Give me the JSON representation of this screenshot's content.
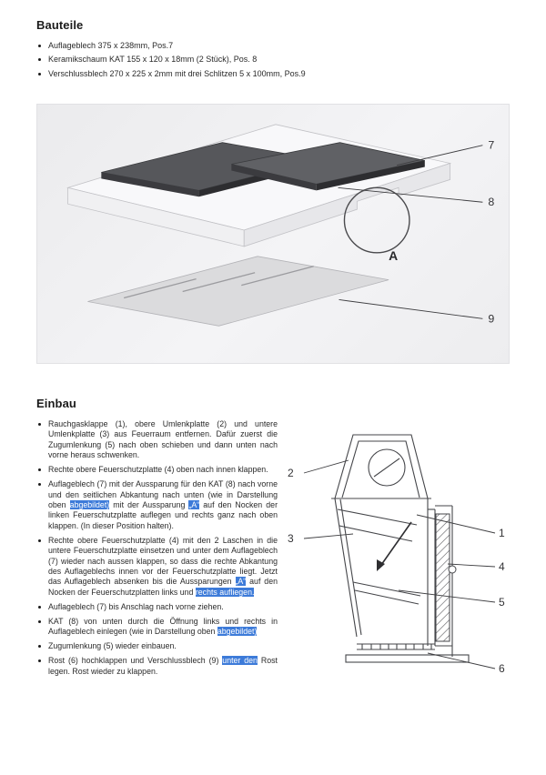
{
  "bauteile": {
    "heading": "Bauteile",
    "items": [
      "Auflageblech 375 x 238mm, Pos.7",
      "Keramikschaum KAT 155 x 120 x 18mm (2 Stück), Pos. 8",
      "Verschlussblech 270 x 225 x 2mm mit drei Schlitzen 5 x 100mm, Pos.9"
    ]
  },
  "figure1": {
    "callout_labels": [
      "7",
      "8",
      "9"
    ],
    "detail_label": "A"
  },
  "einbau": {
    "heading": "Einbau",
    "items": [
      {
        "segments": [
          {
            "t": "Rauchgasklappe (1), obere Umlenkplatte (2) und untere Umlenkplatte (3) aus Feuerraum entfernen. Dafür zuerst die Zugumlenkung (5) nach oben schieben und dann unten nach vorne heraus schwenken.",
            "hl": false
          }
        ]
      },
      {
        "segments": [
          {
            "t": "Rechte obere Feuerschutzplatte (4) oben nach innen klappen.",
            "hl": false
          }
        ]
      },
      {
        "segments": [
          {
            "t": "Auflageblech (7) mit der Aussparung für den KAT (8) nach vorne und den seitlichen Abkantung nach unten (wie in Darstellung oben ",
            "hl": false
          },
          {
            "t": "abgebildet)",
            "hl": true
          },
          {
            "t": " mit der Aussparung ",
            "hl": false
          },
          {
            "t": "„A“",
            "hl": true
          },
          {
            "t": " auf den Nocken der linken Feuerschutzplatte auflegen und rechts ganz nach oben klappen. (In dieser Position halten).",
            "hl": false
          }
        ]
      },
      {
        "segments": [
          {
            "t": "Rechte obere Feuerschutzplatte (4) mit den 2 Laschen in die untere Feuerschutzplatte einsetzen und unter dem Auflageblech (7) wieder nach aussen klappen, so dass die rechte Abkantung des Auflageblechs innen vor der Feuerschutzplatte liegt. Jetzt das Auflageblech absenken bis die Aussparungen ",
            "hl": false
          },
          {
            "t": "„A“",
            "hl": true
          },
          {
            "t": " auf den Nocken der Feuerschutzplatten links und ",
            "hl": false
          },
          {
            "t": "rechts aufliegen.",
            "hl": true
          }
        ]
      },
      {
        "segments": [
          {
            "t": "Auflageblech (7) bis Anschlag nach vorne ziehen.",
            "hl": false
          }
        ]
      },
      {
        "segments": [
          {
            "t": "KAT (8) von unten durch die Öffnung links und rechts in Auflageblech einlegen (wie in Darstellung oben ",
            "hl": false
          },
          {
            "t": "abgebildet)",
            "hl": true
          }
        ]
      },
      {
        "segments": [
          {
            "t": "Zugumlenkung (5) wieder einbauen.",
            "hl": false
          }
        ]
      },
      {
        "segments": [
          {
            "t": "Rost (6) hochklappen und Verschlussblech (9) ",
            "hl": false
          },
          {
            "t": "unter den",
            "hl": true
          },
          {
            "t": " Rost legen. Rost wieder zu klappen.",
            "hl": false
          }
        ]
      }
    ]
  },
  "figure2": {
    "callout_labels": [
      "2",
      "3",
      "1",
      "4",
      "5",
      "6"
    ]
  },
  "colors": {
    "highlight": "#3d7bd9",
    "kat_plate": "#56575b",
    "sheet_metal": "#f8f8fa"
  }
}
